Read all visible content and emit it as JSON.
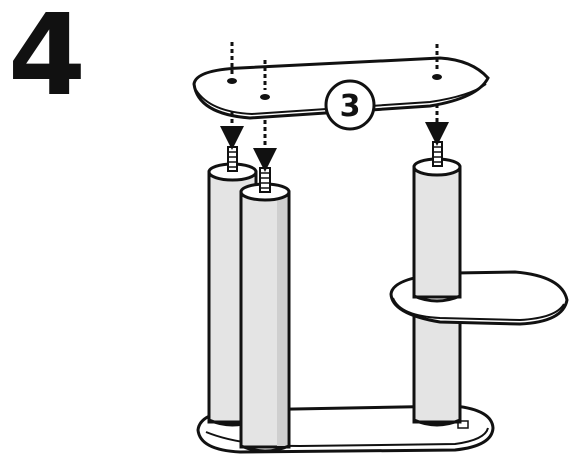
{
  "step": {
    "number": "4"
  },
  "callout": {
    "part_number": "3"
  },
  "colors": {
    "outline": "#111111",
    "fill": "#ffffff",
    "post": "#e4e4e4",
    "post_shade": "#cfcfcf"
  },
  "icons": {
    "arrow": "dashed-down-arrow",
    "bolt": "threaded-bolt"
  }
}
